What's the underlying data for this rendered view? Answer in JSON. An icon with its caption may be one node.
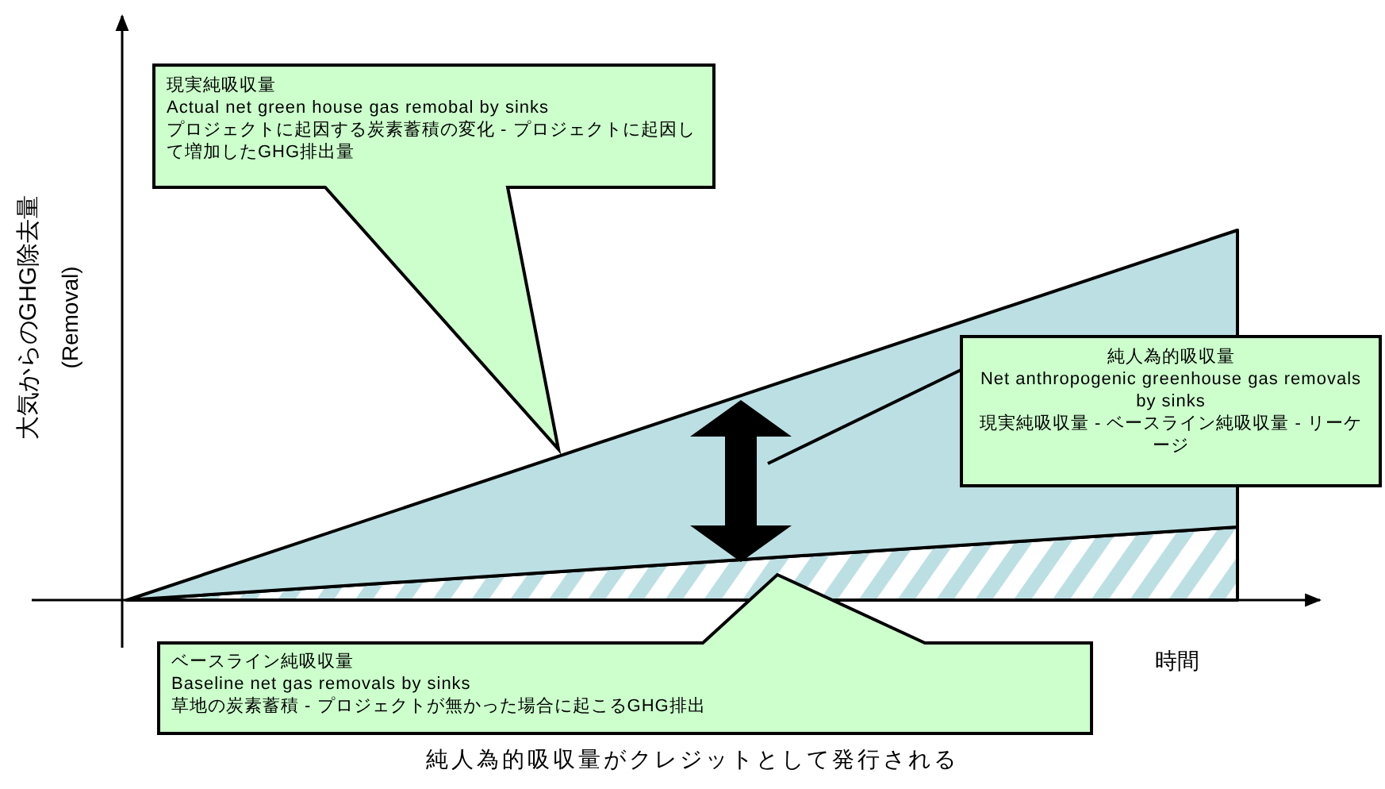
{
  "diagram": {
    "caption": "純人為的吸収量がクレジットとして発行される",
    "nodes": [
      {
        "text": [
          "現実純吸収量",
          "Actual net green house gas remobal by sinks",
          "プロジェクトに起因する炭素蓄積の変化 - プロジェクトに起因して増加したGHG排出量"
        ]
      },
      {
        "text": [
          "純人為的吸収量",
          "Net anthropogenic greenhouse gas removals by sinks",
          "現実純吸収量 - ベースライン純吸収量 - リーケージ"
        ]
      },
      {
        "text": [
          "ベースライン純吸収量",
          "Baseline net gas removals by sinks",
          "草地の炭素蓄積 - プロジェクトが無かった場合に起こるGHG排出"
        ]
      },
      {
        "text": [],
        "shape": "triangle"
      },
      {
        "text": [],
        "shape": "triangle"
      }
    ],
    "edges": [
      {
        "from": 1,
        "to": 3,
        "arrow": "none"
      }
    ],
    "labels": [
      "大気からのGHG除去量",
      "(Removal)",
      "時間"
    ]
  }
}
